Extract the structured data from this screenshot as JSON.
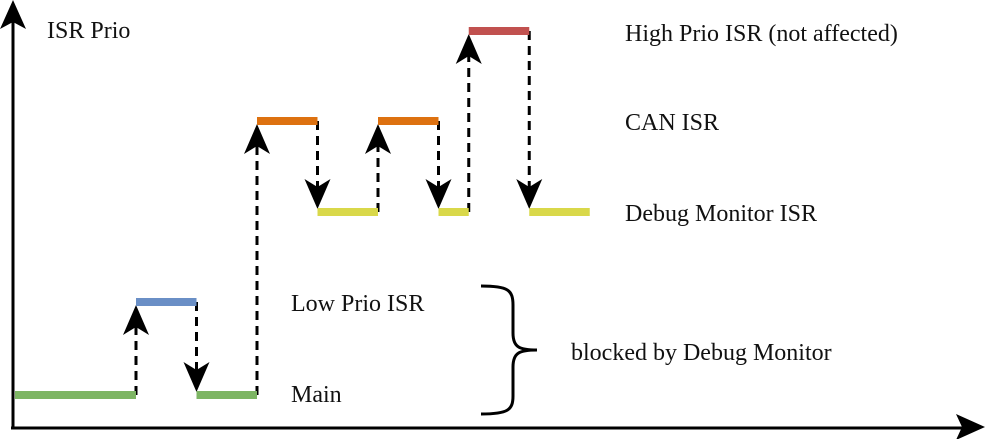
{
  "axes": {
    "y_label": "ISR Prio"
  },
  "levels": [
    {
      "id": "main",
      "label": "Main",
      "color": "#7db563"
    },
    {
      "id": "low",
      "label": "Low Prio ISR",
      "color": "#6a8fc6"
    },
    {
      "id": "debug",
      "label": "Debug Monitor ISR",
      "color": "#d9d84a"
    },
    {
      "id": "can",
      "label": "CAN ISR",
      "color": "#dd7110"
    },
    {
      "id": "high",
      "label": "High Prio ISR (not affected)",
      "color": "#c1514f"
    }
  ],
  "timeline": [
    {
      "level": "main",
      "start": 0,
      "end": 2
    },
    {
      "level": "low",
      "start": 2,
      "end": 3
    },
    {
      "level": "main",
      "start": 3,
      "end": 4
    },
    {
      "level": "can",
      "start": 4,
      "end": 5
    },
    {
      "level": "debug",
      "start": 5,
      "end": 6
    },
    {
      "level": "can",
      "start": 6,
      "end": 7
    },
    {
      "level": "debug",
      "start": 7,
      "end": 7.5
    },
    {
      "level": "high",
      "start": 7.5,
      "end": 8.5
    },
    {
      "level": "debug",
      "start": 8.5,
      "end": 9.5
    }
  ],
  "annotation": {
    "brace_text": "blocked by Debug Monitor",
    "brace_levels": [
      "low",
      "main"
    ]
  }
}
